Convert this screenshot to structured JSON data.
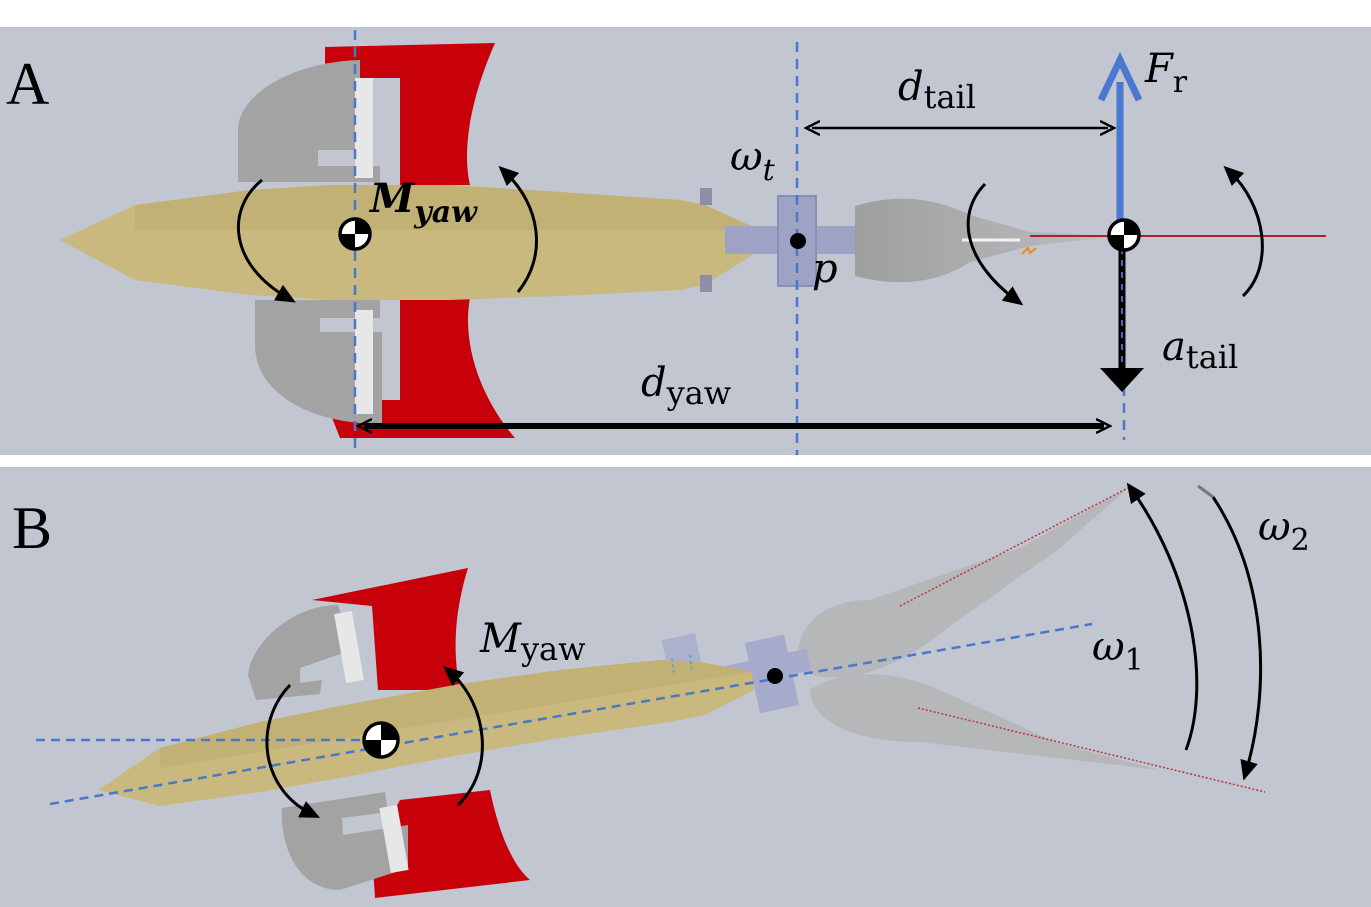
{
  "panels": {
    "a": {
      "letter": "A",
      "labels": {
        "m_yaw": "M",
        "m_yaw_sub": "yaw",
        "omega_t": "ω",
        "omega_t_sub": "t",
        "pivot": "p",
        "d_tail": "d",
        "d_tail_sub": "tail",
        "f_r": "F",
        "f_r_sub": "r",
        "a_tail": "a",
        "a_tail_sub": "tail",
        "d_yaw": "d",
        "d_yaw_sub": "yaw"
      }
    },
    "b": {
      "letter": "B",
      "labels": {
        "m_yaw": "M",
        "m_yaw_sub": "yaw",
        "omega_1": "ω",
        "omega_1_sub": "1",
        "omega_2": "ω",
        "omega_2_sub": "2"
      }
    }
  },
  "colors": {
    "panel_bg": "#c1c6d0",
    "body_gold": "#c9b97e",
    "fin_red": "#c8000a",
    "pod_gray": "#9e9e9e",
    "joint_blue": "#9ea3c6",
    "ref_line_blue": "#4a78c8",
    "force_arrow_blue": "#4a78d0",
    "tail_line_red": "#b0202a"
  }
}
